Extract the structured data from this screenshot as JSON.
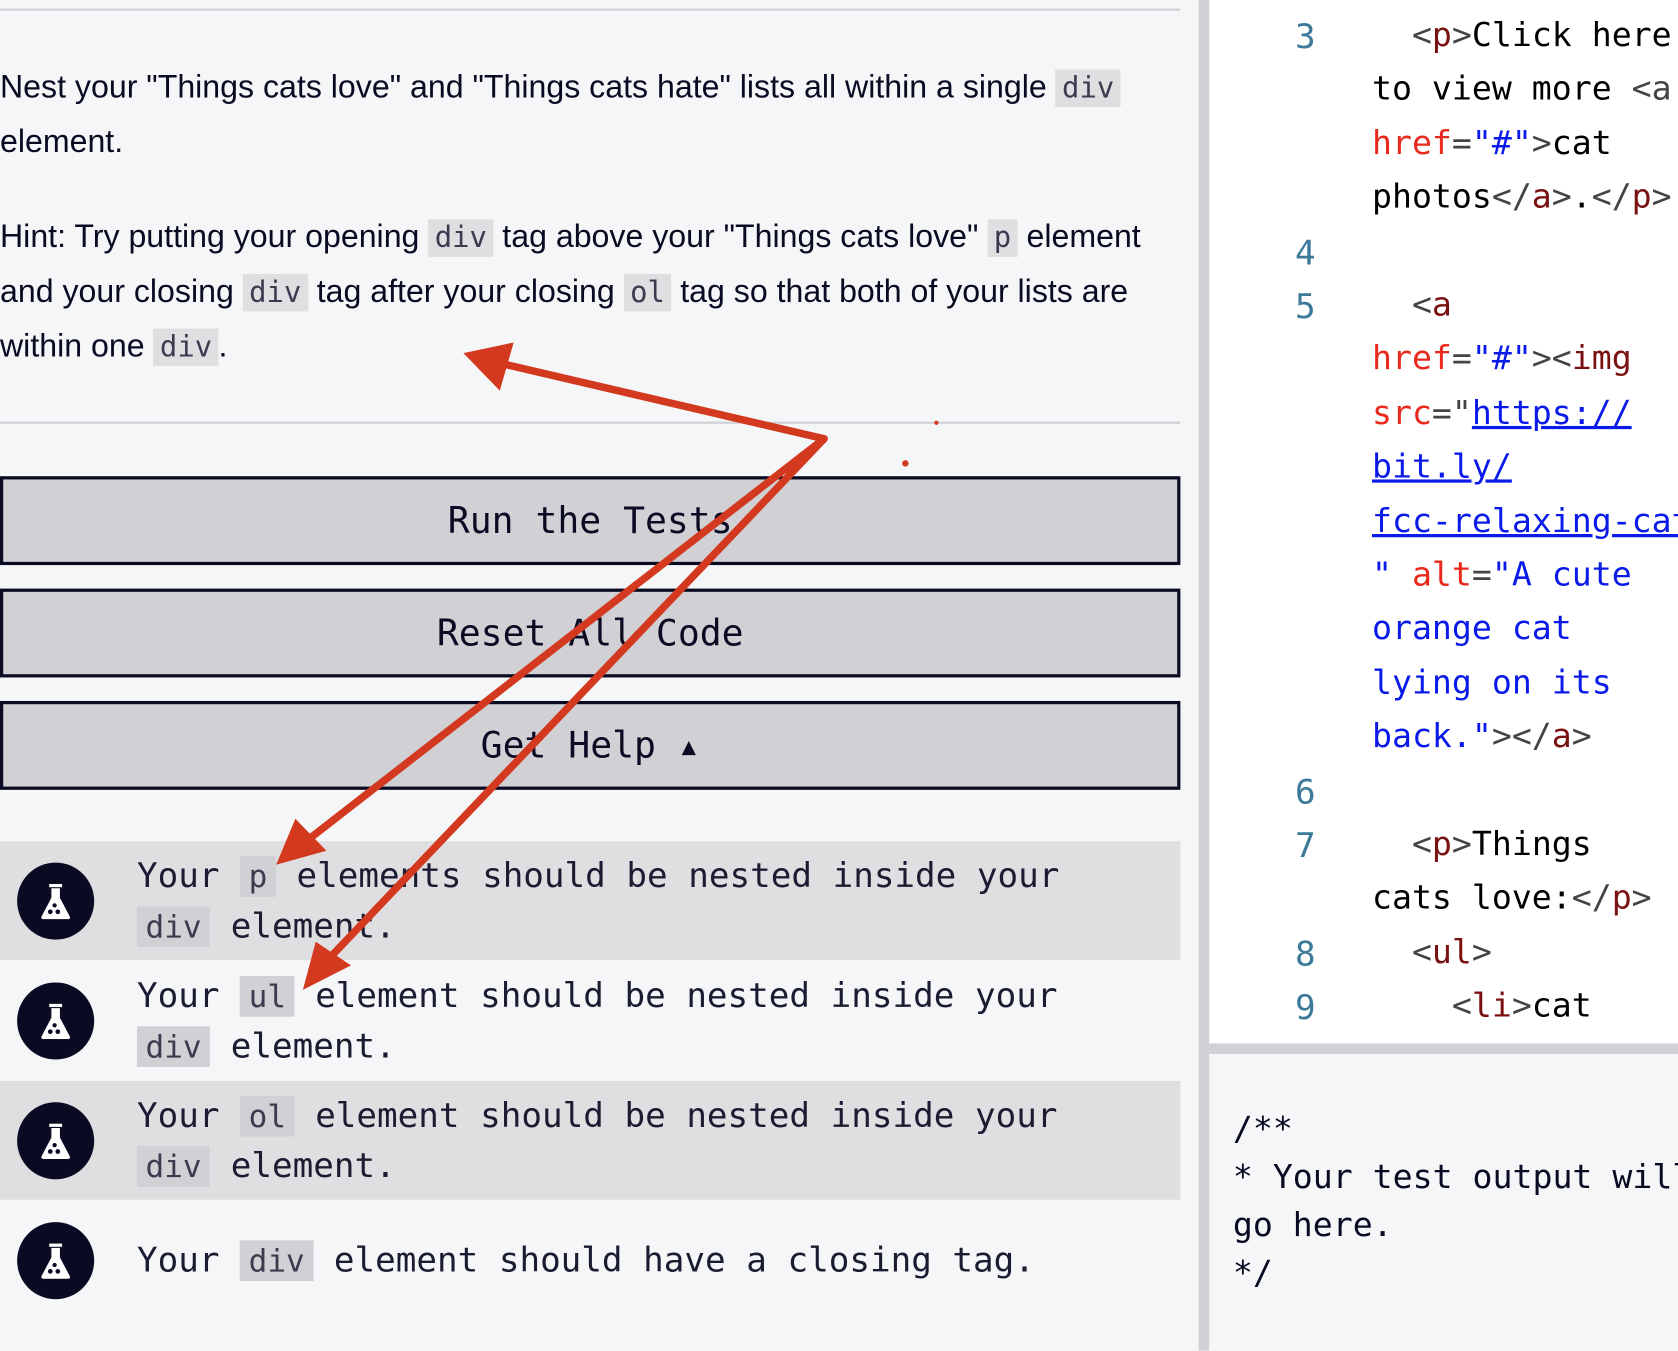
{
  "instructions": {
    "p1": [
      "Nest your \"Things cats love\" and \"Things cats hate\" lists all within a single ",
      "div",
      " element."
    ],
    "p2": [
      "Hint: Try putting your opening ",
      "div",
      " tag above your \"Things cats love\" ",
      "p",
      " element and your closing ",
      "div",
      " tag after your closing ",
      "ol",
      " tag so that both of your lists are within one ",
      "div",
      "."
    ]
  },
  "buttons": {
    "run": "Run the Tests",
    "reset": "Reset All Code",
    "help": "Get Help ▴"
  },
  "tests": [
    {
      "pre": "Your ",
      "code": "p",
      "post": " elements should be nested inside your ",
      "code2": "div",
      "post2": " element."
    },
    {
      "pre": "Your ",
      "code": "ul",
      "post": " element should be nested inside your ",
      "code2": "div",
      "post2": " element."
    },
    {
      "pre": "Your ",
      "code": "ol",
      "post": " element should be nested inside your ",
      "code2": "div",
      "post2": " element."
    },
    {
      "pre": "Your ",
      "code": "div",
      "post": " element should have a closing tag.",
      "code2": "",
      "post2": ""
    }
  ],
  "editor": {
    "line_numbers": [
      {
        "n": "3",
        "row": 0
      },
      {
        "n": "4",
        "row": 4
      },
      {
        "n": "5",
        "row": 5
      },
      {
        "n": "6",
        "row": 14
      },
      {
        "n": "7",
        "row": 15
      },
      {
        "n": "8",
        "row": 17
      },
      {
        "n": "9",
        "row": 18
      }
    ],
    "rows": [
      [
        [
          "br",
          "  <"
        ],
        [
          "tag",
          "p"
        ],
        [
          "br",
          ">"
        ],
        [
          "txt",
          "Click here"
        ]
      ],
      [
        [
          "txt",
          "to view more "
        ],
        [
          "br",
          "<a"
        ]
      ],
      [
        [
          "attr",
          "href"
        ],
        [
          "br",
          "="
        ],
        [
          "str",
          "\"#\""
        ],
        [
          "br",
          ">"
        ],
        [
          "txt",
          "cat"
        ]
      ],
      [
        [
          "txt",
          "photos"
        ],
        [
          "br",
          "</"
        ],
        [
          "tag",
          "a"
        ],
        [
          "br",
          ">"
        ],
        [
          "txt",
          "."
        ],
        [
          "br",
          "</"
        ],
        [
          "tag",
          "p"
        ],
        [
          "br",
          ">"
        ]
      ],
      [],
      [
        [
          "br",
          "  <"
        ],
        [
          "tag",
          "a"
        ]
      ],
      [
        [
          "attr",
          "href"
        ],
        [
          "br",
          "="
        ],
        [
          "str",
          "\"#\""
        ],
        [
          "br",
          "><"
        ],
        [
          "tag",
          "img"
        ]
      ],
      [
        [
          "attr",
          "src"
        ],
        [
          "br",
          "=\""
        ],
        [
          "url",
          "https://"
        ]
      ],
      [
        [
          "url",
          "bit.ly/"
        ]
      ],
      [
        [
          "url",
          "fcc-relaxing-cat.jpg"
        ]
      ],
      [
        [
          "str",
          "\" "
        ],
        [
          "attr",
          "alt"
        ],
        [
          "br",
          "="
        ],
        [
          "str",
          "\"A cute"
        ]
      ],
      [
        [
          "str",
          "orange cat"
        ]
      ],
      [
        [
          "str",
          "lying on its"
        ]
      ],
      [
        [
          "str",
          "back.\""
        ],
        [
          "br",
          "></"
        ],
        [
          "tag",
          "a"
        ],
        [
          "br",
          ">"
        ]
      ],
      [],
      [
        [
          "br",
          "  <"
        ],
        [
          "tag",
          "p"
        ],
        [
          "br",
          ">"
        ],
        [
          "txt",
          "Things"
        ]
      ],
      [
        [
          "txt",
          "cats love:"
        ],
        [
          "br",
          "</"
        ],
        [
          "tag",
          "p"
        ],
        [
          "br",
          ">"
        ]
      ],
      [
        [
          "br",
          "  <"
        ],
        [
          "tag",
          "ul"
        ],
        [
          "br",
          ">"
        ]
      ],
      [
        [
          "br",
          "    <"
        ],
        [
          "tag",
          "li"
        ],
        [
          "br",
          ">"
        ],
        [
          "txt",
          "cat"
        ]
      ]
    ]
  },
  "console": "/**\n* Your test output will\ngo here.\n*/",
  "colors": {
    "annotation_arrow": "#d3391f",
    "button_border": "#0a0a23",
    "button_bg": "#d0d0d5"
  }
}
